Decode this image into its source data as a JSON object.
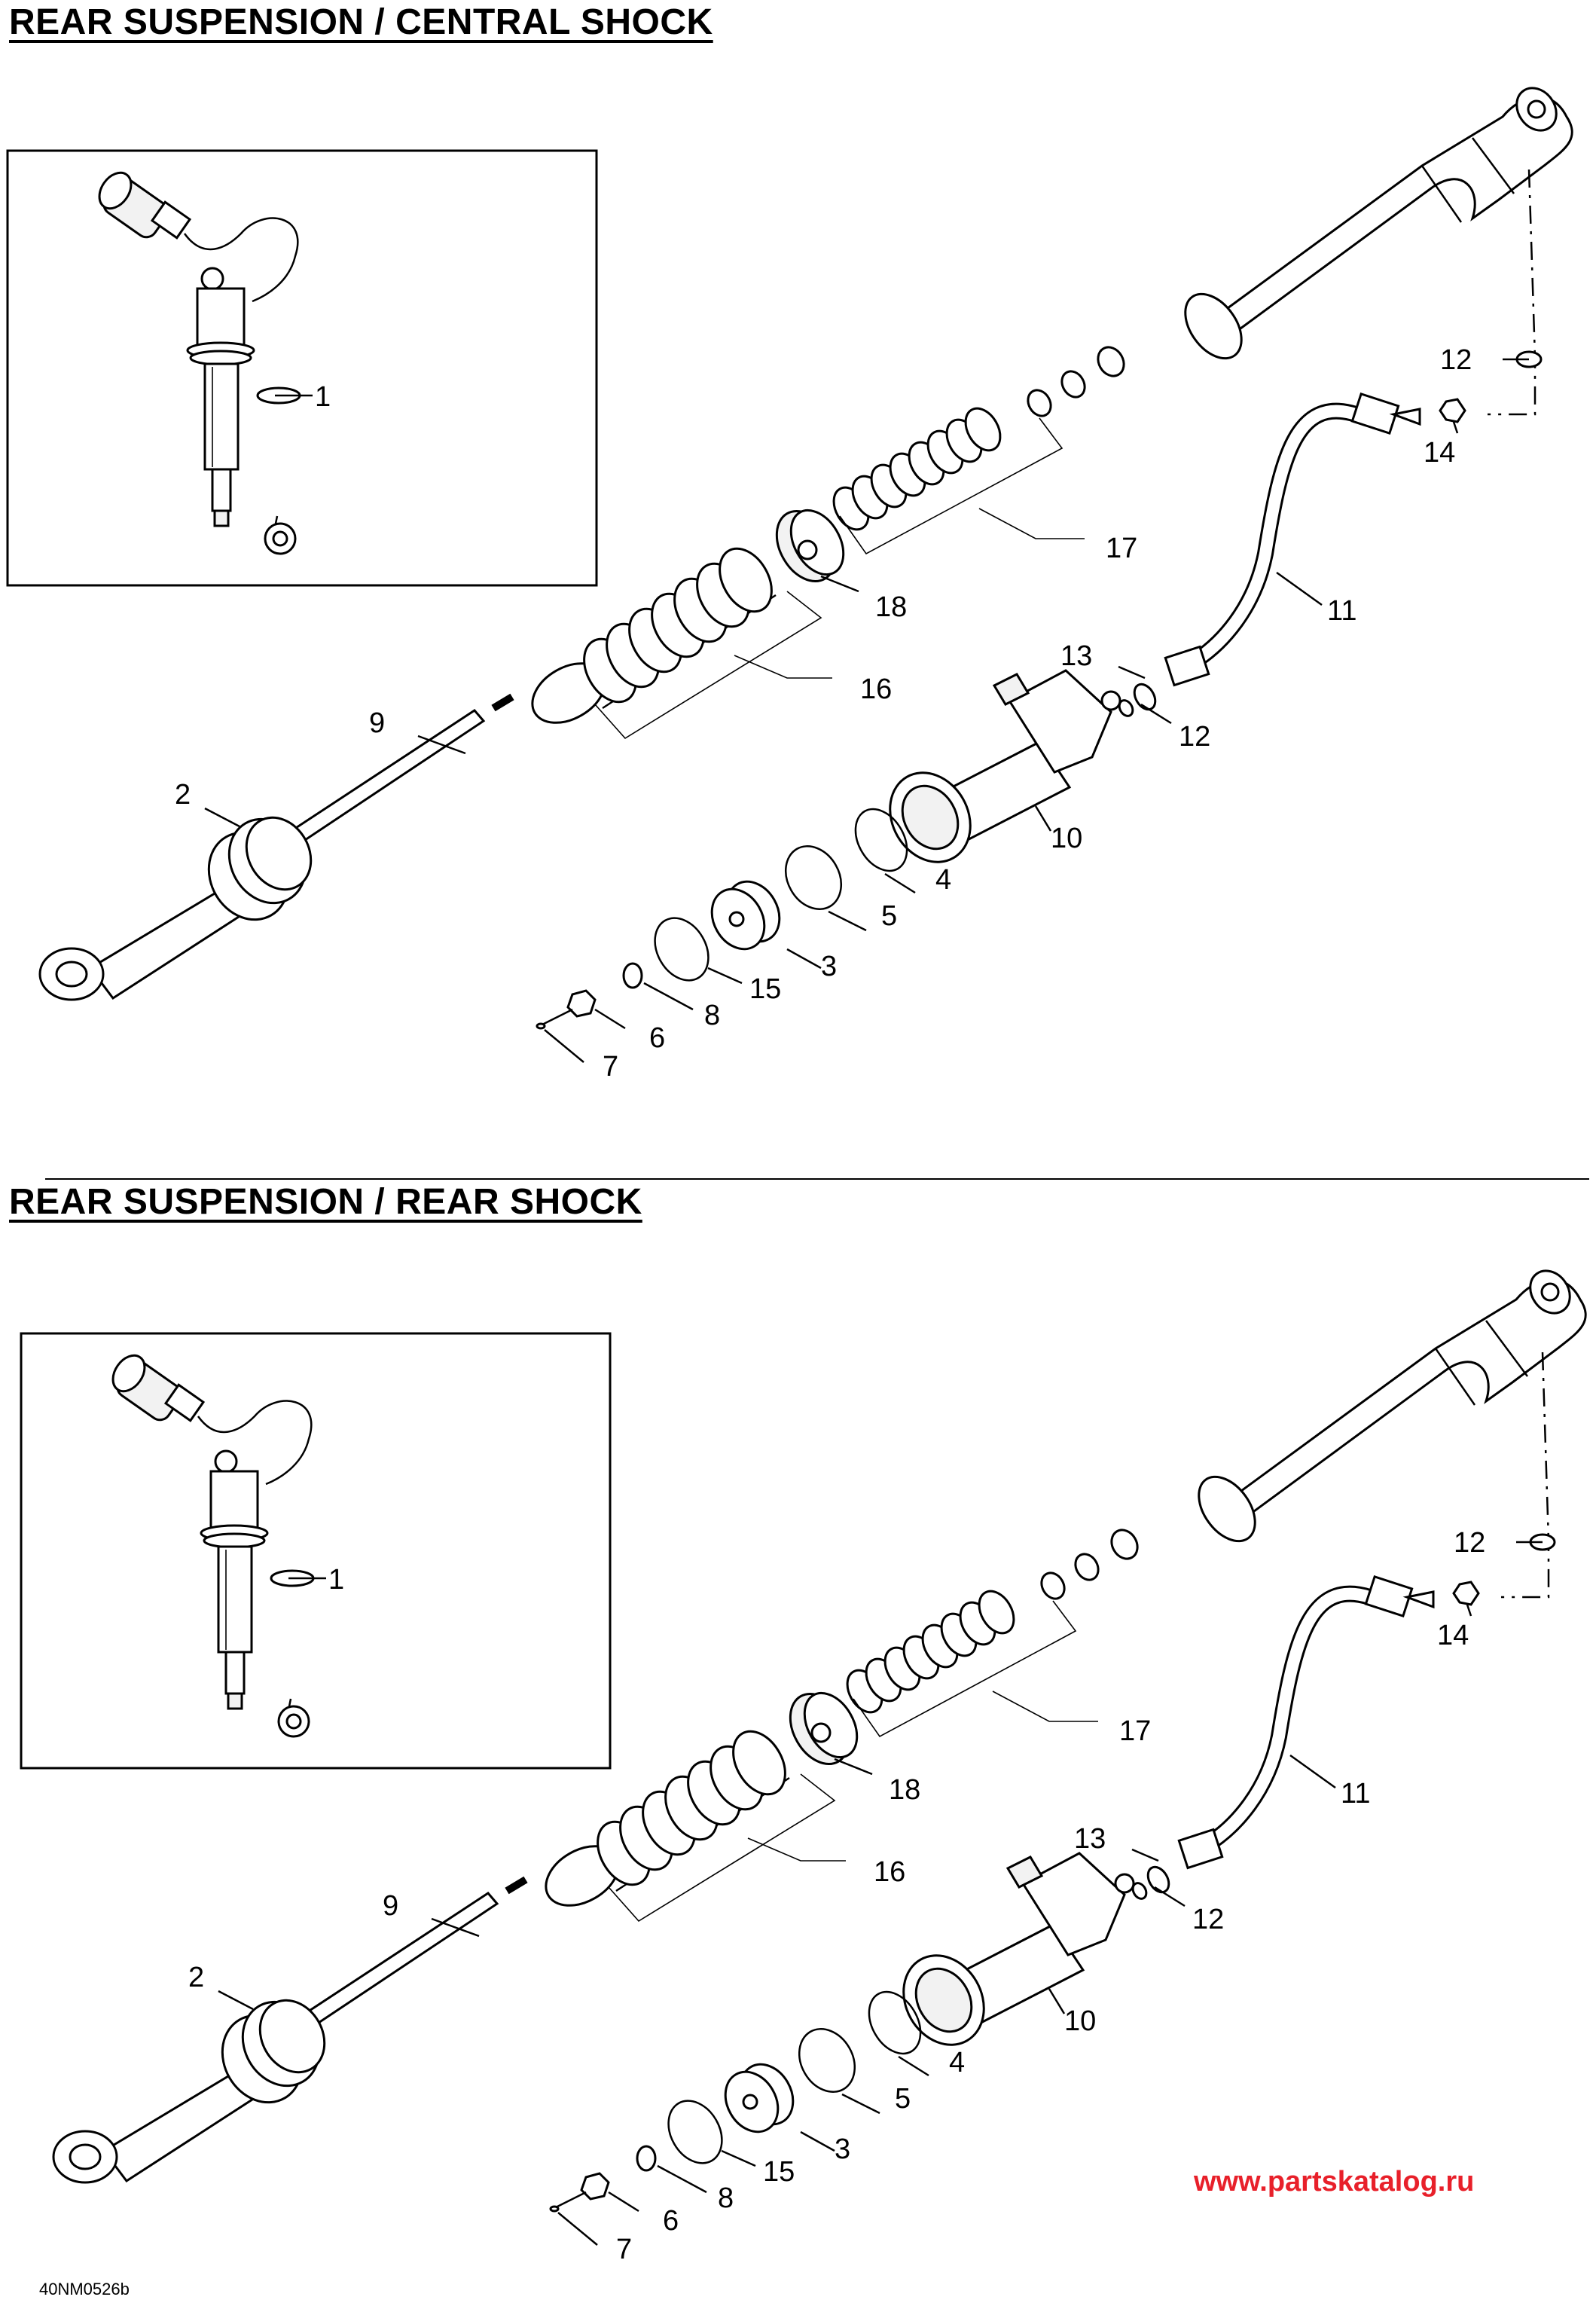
{
  "sections": [
    {
      "title": "REAR SUSPENSION / CENTRAL SHOCK",
      "callouts": [
        "1",
        "2",
        "3",
        "4",
        "5",
        "6",
        "7",
        "8",
        "9",
        "10",
        "11",
        "12",
        "12",
        "13",
        "14",
        "15",
        "16",
        "17",
        "18"
      ]
    },
    {
      "title": "REAR SUSPENSION / REAR SHOCK",
      "callouts": [
        "1",
        "2",
        "3",
        "4",
        "5",
        "6",
        "7",
        "8",
        "9",
        "10",
        "11",
        "12",
        "12",
        "13",
        "14",
        "15",
        "16",
        "17",
        "18"
      ]
    }
  ],
  "footer": {
    "drawing_code": "40NM0526b",
    "watermark": "www.partskatalog.ru",
    "watermark_color": "#e8202a"
  }
}
